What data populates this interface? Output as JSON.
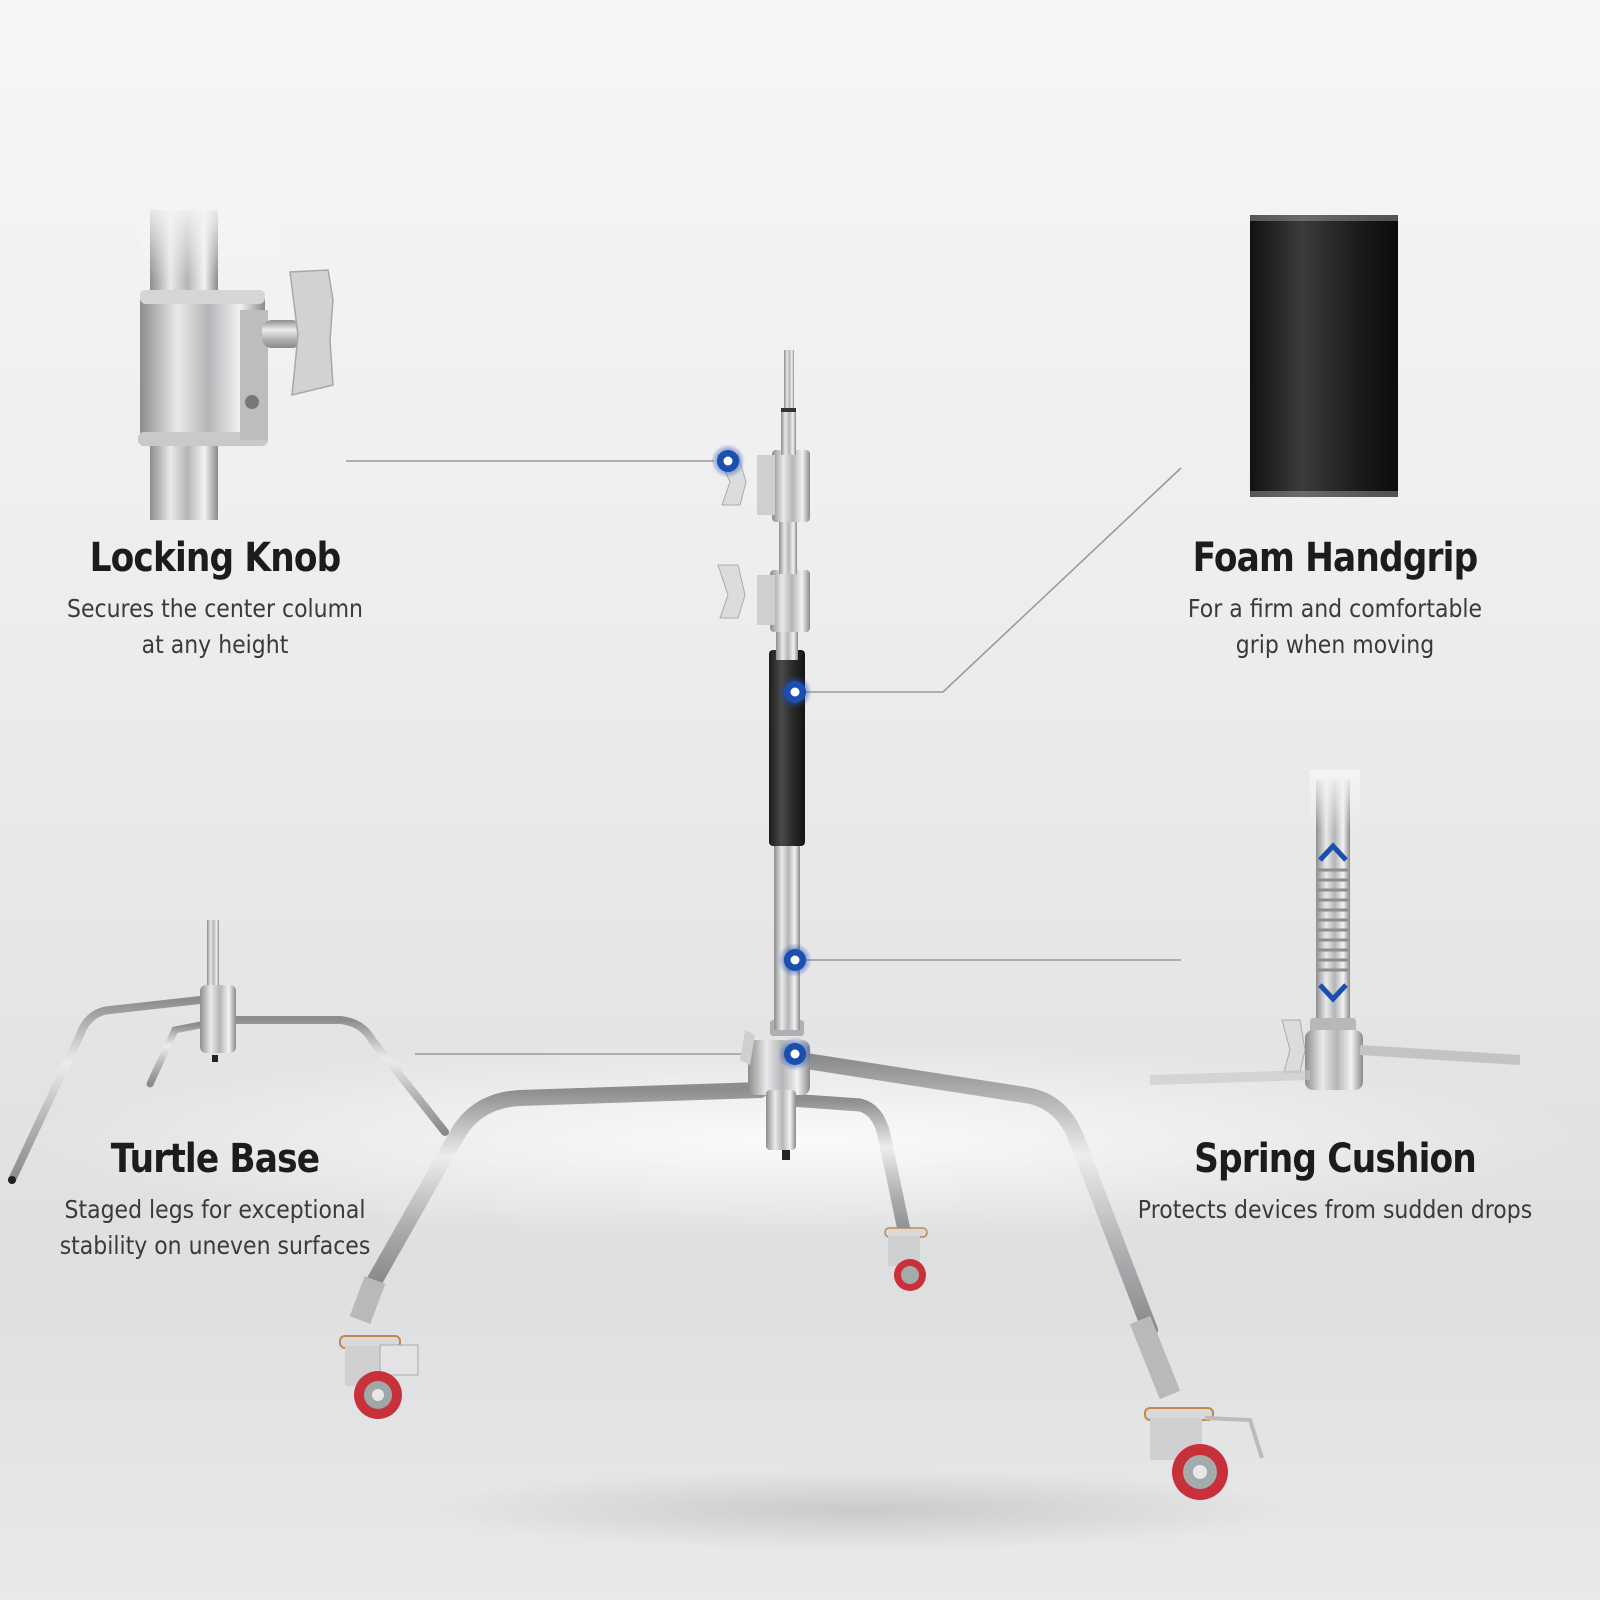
{
  "features": [
    {
      "id": "locking-knob",
      "title": "Locking Knob",
      "desc_line1": "Secures the center column",
      "desc_line2": "at any height"
    },
    {
      "id": "foam-handgrip",
      "title": "Foam Handgrip",
      "desc_line1": "For a firm and comfortable",
      "desc_line2": "grip when moving"
    },
    {
      "id": "turtle-base",
      "title": "Turtle Base",
      "desc_line1": "Staged legs for exceptional",
      "desc_line2": "stability on uneven surfaces"
    },
    {
      "id": "spring-cushion",
      "title": "Spring Cushion",
      "desc_line1": "Protects devices from sudden drops",
      "desc_line2": ""
    }
  ],
  "colors": {
    "marker_blue": "#1a4fb0",
    "leader_line": "#9a9a9a",
    "steel": "#c8c8ca",
    "foam": "#2a2a2a",
    "wheel_red": "#c8303a"
  }
}
